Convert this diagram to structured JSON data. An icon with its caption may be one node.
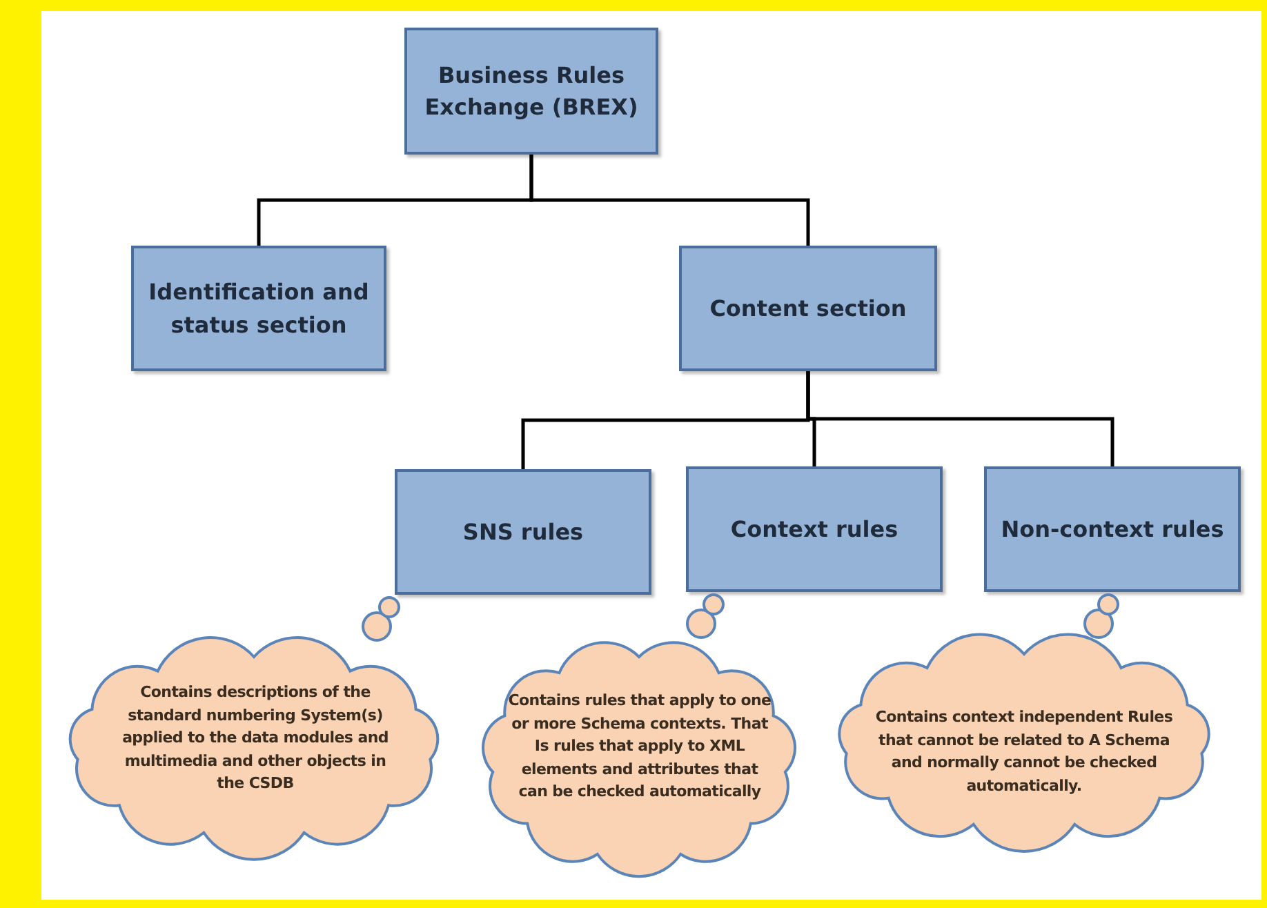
{
  "diagram": {
    "nodes": [
      {
        "text": [
          "Business Rules Exchange (BREX)"
        ]
      },
      {
        "text": [
          "Identification and status section"
        ]
      },
      {
        "text": [
          "Content section"
        ]
      },
      {
        "text": [
          "SNS rules"
        ]
      },
      {
        "text": [
          "Context rules"
        ]
      },
      {
        "text": [
          "Non-context rules"
        ]
      },
      {
        "text": [
          "Contains descriptions of the standard numbering System(s) applied to the data modules and multimedia and other objects in the CSDB"
        ]
      },
      {
        "text": [
          "Contains rules that apply to one or more Schema contexts.  That Is rules that apply to  XML elements and attributes that can be checked automatically"
        ]
      },
      {
        "text": [
          "Contains context independent Rules  that cannot be related to A Schema and normally cannot be checked automatically."
        ]
      }
    ],
    "edges": [
      {
        "from": 0,
        "to": 1,
        "arrow": "none"
      },
      {
        "from": 0,
        "to": 2,
        "arrow": "none"
      },
      {
        "from": 2,
        "to": 3,
        "arrow": "none"
      },
      {
        "from": 2,
        "to": 4,
        "arrow": "none"
      },
      {
        "from": 2,
        "to": 5,
        "arrow": "none"
      }
    ]
  }
}
